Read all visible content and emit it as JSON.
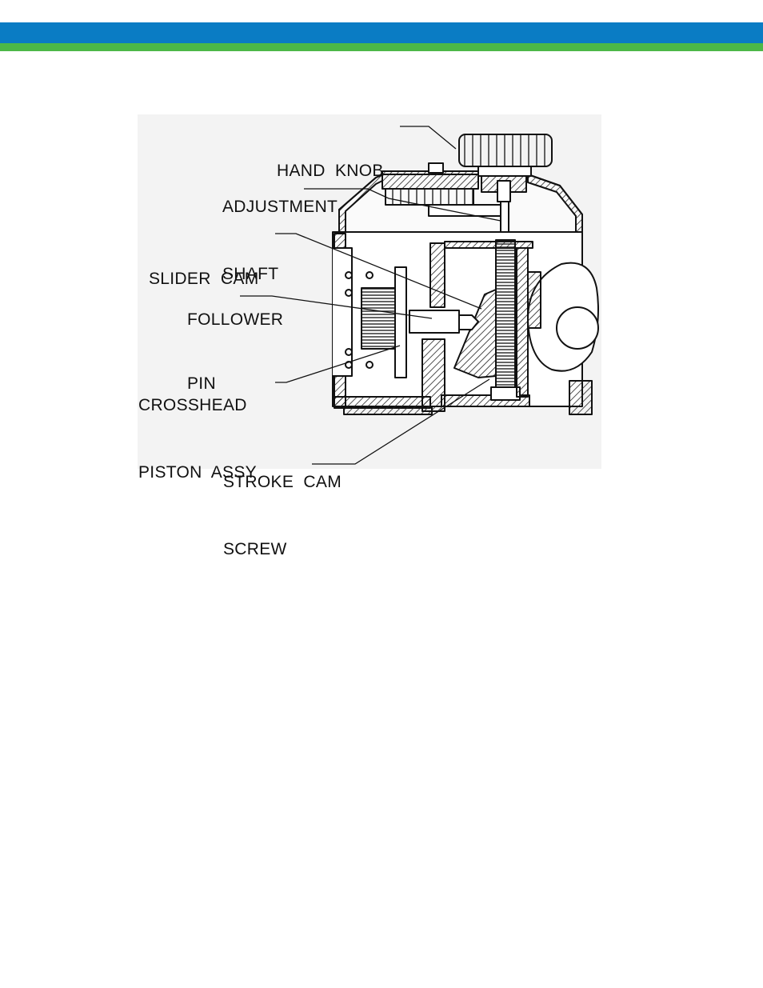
{
  "header": {
    "blue_band_color": "#0a7cc4",
    "green_band_color": "#4cb848"
  },
  "figure": {
    "callouts": {
      "hand_knob": [
        "HAND  KNOB"
      ],
      "adjustment_shaft": [
        "ADJUSTMENT",
        "SHAFT"
      ],
      "slider_cam": [
        "SLIDER  CAM"
      ],
      "follower_pin": [
        "FOLLOWER",
        "PIN"
      ],
      "crosshead_piston_assy": [
        "CROSSHEAD",
        "PISTON  ASSY"
      ],
      "stroke_cam_screw": [
        "STROKE  CAM",
        "SCREW"
      ]
    }
  }
}
